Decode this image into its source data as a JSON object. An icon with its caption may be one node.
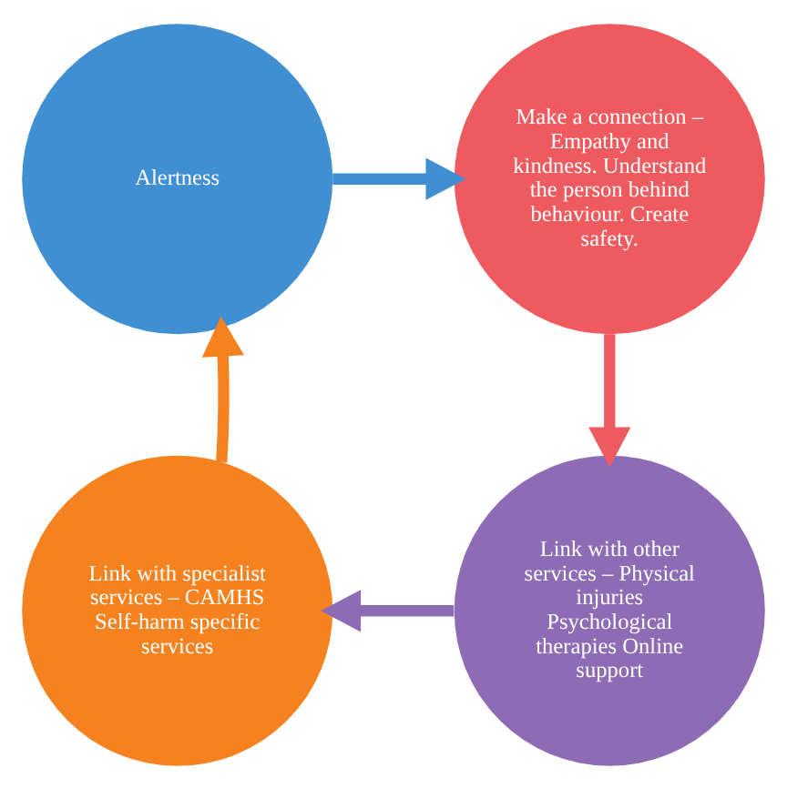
{
  "diagram": {
    "nodes": [
      {
        "text": [
          "Alertness"
        ]
      },
      {
        "text": [
          "Make a connection – Empathy and kindness. Understand the person behind behaviour. Create safety."
        ]
      },
      {
        "text": [
          "Link with other services – Physical injuries Psychological therapies Online support"
        ]
      },
      {
        "text": [
          "Link with specialist services – CAMHS Self-harm specific services"
        ]
      }
    ],
    "edges": [
      {
        "from": 0,
        "to": 1,
        "arrow": "to",
        "color": "#3f8fd2"
      },
      {
        "from": 1,
        "to": 2,
        "arrow": "to",
        "color": "#ef5a5f"
      },
      {
        "from": 2,
        "to": 3,
        "arrow": "to",
        "color": "#8e6bb5"
      },
      {
        "from": 3,
        "to": 0,
        "arrow": "to",
        "color": "#f5821f"
      }
    ]
  }
}
